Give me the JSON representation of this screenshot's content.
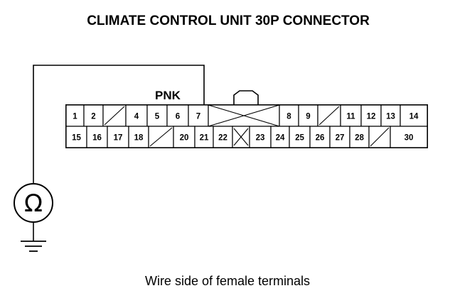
{
  "title": "CLIMATE CONTROL UNIT 30P CONNECTOR",
  "wire_color": "PNK",
  "caption": "Wire side of female terminals",
  "meter_symbol": "Ω",
  "meter": {
    "name": "ohmmeter",
    "icon": "ohm-icon"
  },
  "ground": {
    "icon": "ground-icon"
  },
  "connector": {
    "top_row": [
      {
        "slot": "1",
        "label": "1"
      },
      {
        "slot": "2",
        "label": "2"
      },
      {
        "slot": "3",
        "label": ""
      },
      {
        "slot": "4",
        "label": "4"
      },
      {
        "slot": "5",
        "label": "5"
      },
      {
        "slot": "6",
        "label": "6"
      },
      {
        "slot": "7",
        "label": "7"
      },
      {
        "slot": "key",
        "label": ""
      },
      {
        "slot": "8",
        "label": "8"
      },
      {
        "slot": "9",
        "label": "9"
      },
      {
        "slot": "10",
        "label": ""
      },
      {
        "slot": "11",
        "label": "11"
      },
      {
        "slot": "12",
        "label": "12"
      },
      {
        "slot": "13",
        "label": "13"
      },
      {
        "slot": "14",
        "label": "14"
      }
    ],
    "bottom_row": [
      {
        "slot": "15",
        "label": "15"
      },
      {
        "slot": "16",
        "label": "16"
      },
      {
        "slot": "17",
        "label": "17"
      },
      {
        "slot": "18",
        "label": "18"
      },
      {
        "slot": "19",
        "label": ""
      },
      {
        "slot": "20",
        "label": "20"
      },
      {
        "slot": "21",
        "label": "21"
      },
      {
        "slot": "22",
        "label": "22"
      },
      {
        "slot": "x",
        "label": ""
      },
      {
        "slot": "23",
        "label": "23"
      },
      {
        "slot": "24",
        "label": "24"
      },
      {
        "slot": "25",
        "label": "25"
      },
      {
        "slot": "26",
        "label": "26"
      },
      {
        "slot": "27",
        "label": "27"
      },
      {
        "slot": "28",
        "label": "28"
      },
      {
        "slot": "29",
        "label": ""
      },
      {
        "slot": "30",
        "label": "30"
      }
    ],
    "probed_terminal": "7"
  }
}
